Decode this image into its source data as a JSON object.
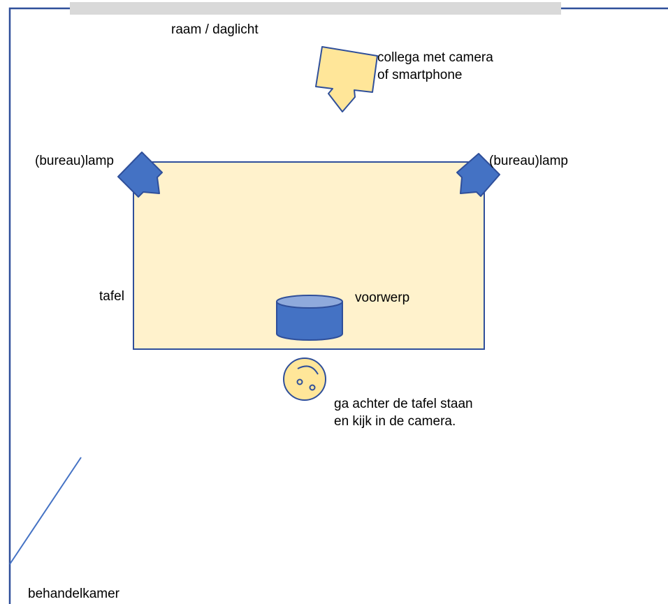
{
  "labels": {
    "window": "raam / daglicht",
    "colleague_line1": "collega met camera",
    "colleague_line2": "of smartphone",
    "lamp_left": "(bureau)lamp",
    "lamp_right": "(bureau)lamp",
    "table": "tafel",
    "object": "voorwerp",
    "person_line1": "ga achter de tafel staan",
    "person_line2": "en kijk in de camera.",
    "room": "behandelkamer"
  },
  "colors": {
    "wall": "#2f4f9a",
    "window": "#d9d9d9",
    "table_fill": "#fff2cc",
    "table_stroke": "#2f4f9a",
    "lamp_fill": "#4472c4",
    "camera_fill": "#ffe699",
    "object_fill": "#4472c4",
    "object_top": "#8faadc",
    "person_fill": "#ffe699"
  },
  "icons": {
    "lamp": "desk-lamp-icon",
    "camera": "camera-operator-icon",
    "person": "person-icon",
    "object": "cylinder-object-icon"
  }
}
